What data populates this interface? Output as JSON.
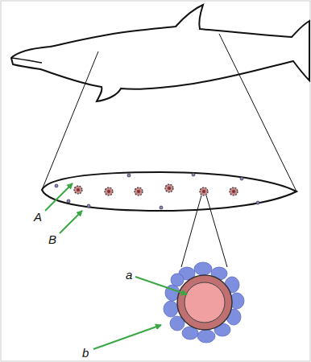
{
  "diagram": {
    "labels": [
      "A",
      "B",
      "a",
      "b"
    ]
  }
}
